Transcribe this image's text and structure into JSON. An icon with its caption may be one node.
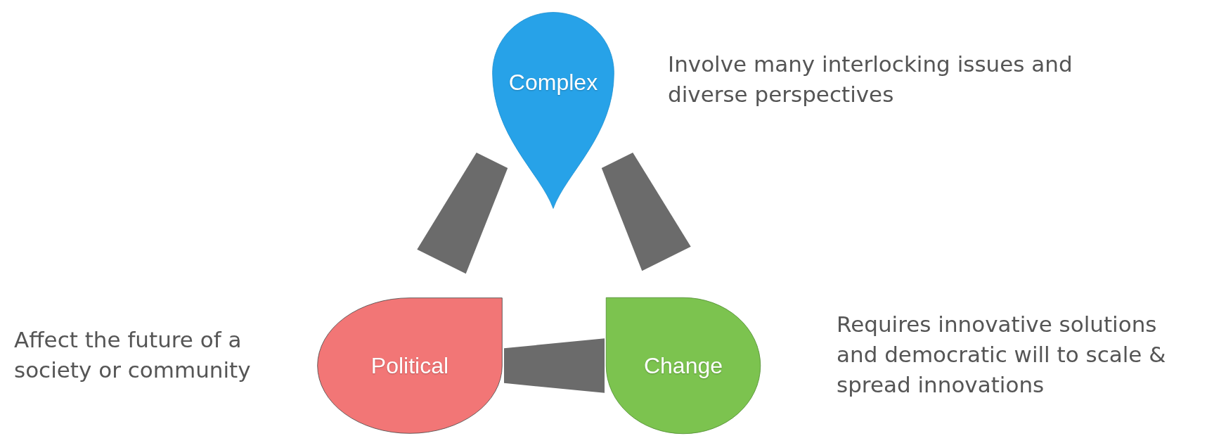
{
  "diagram": {
    "nodes": [
      {
        "text": [
          "Complex"
        ],
        "beside": [
          "Involve many interlocking issues and diverse perspectives"
        ]
      },
      {
        "text": [
          "Political"
        ],
        "beside": [
          "Affect the future of a society or community"
        ]
      },
      {
        "text": [
          "Change"
        ],
        "beside": [
          "Requires innovative solutions and democratic will to scale & spread innovations"
        ]
      }
    ],
    "edges": [
      {
        "from": 0,
        "to": 1,
        "arrow": "none"
      },
      {
        "from": 0,
        "to": 2,
        "arrow": "none"
      },
      {
        "from": 1,
        "to": 2,
        "arrow": "none"
      }
    ]
  }
}
